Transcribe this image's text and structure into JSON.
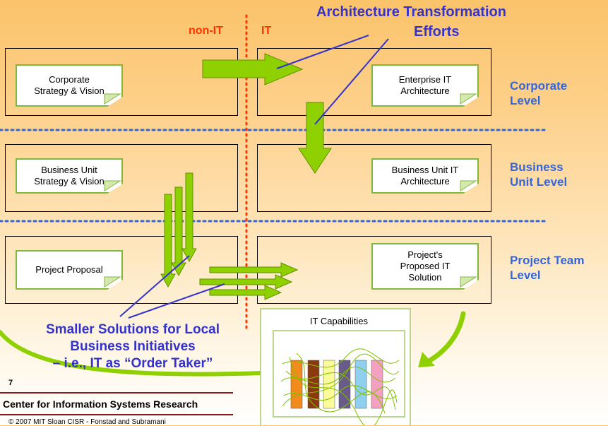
{
  "title_line1": "Architecture Transformation",
  "title_line2": "Efforts",
  "label_non_it": "non-IT",
  "label_it": "IT",
  "boxes": {
    "corp_strategy": [
      "Corporate",
      "Strategy & Vision"
    ],
    "enterprise_it": [
      "Enterprise IT",
      "Architecture"
    ],
    "bu_strategy": [
      "Business Unit",
      "Strategy & Vision"
    ],
    "bu_it": [
      "Business Unit IT",
      "Architecture"
    ],
    "project_proposal": [
      "Project Proposal"
    ],
    "project_solution": [
      "Project's",
      "Proposed IT",
      "Solution"
    ]
  },
  "levels": {
    "corporate": [
      "Corporate",
      "Level"
    ],
    "business": [
      "Business",
      "Unit Level"
    ],
    "project": [
      "Project Team",
      "Level"
    ]
  },
  "smaller_solutions": [
    "Smaller Solutions for Local",
    "Business Initiatives",
    "– i.e., IT as “Order Taker”"
  ],
  "it_capabilities": "IT Capabilities",
  "page_number": "7",
  "center_name": "Center for Information Systems Research",
  "copyright": "© 2007 MIT Sloan CISR - Fonstad and Subramani",
  "colors": {
    "accent_blue": "#3333cc",
    "level_blue": "#3366dd",
    "arrow_green": "#88cc00",
    "divider_red": "#ff3300",
    "note_border": "#7fb83b"
  }
}
